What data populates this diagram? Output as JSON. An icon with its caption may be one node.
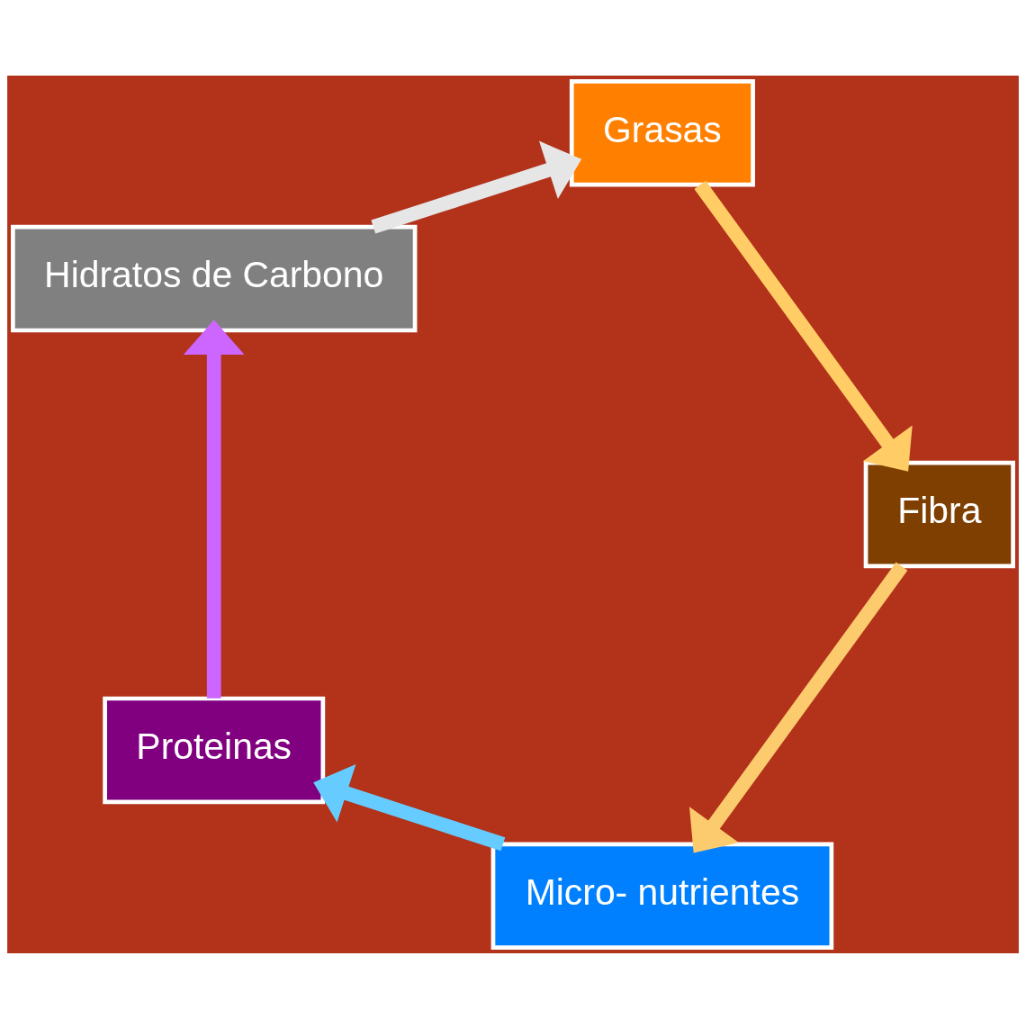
{
  "diagram": {
    "nodes": [
      {
        "text": [
          "Micro- nutrientes"
        ]
      },
      {
        "text": [
          "Proteinas"
        ]
      },
      {
        "text": [
          "Hidratos de Carbono"
        ]
      },
      {
        "text": [
          "Fibra"
        ]
      },
      {
        "text": [
          "Grasas"
        ]
      }
    ],
    "edges": [
      {
        "from": 0,
        "to": 1,
        "arrow": "to",
        "color": "#66ccff"
      },
      {
        "from": 1,
        "to": 2,
        "arrow": "to",
        "color": "#cc66ff"
      },
      {
        "from": 2,
        "to": 4,
        "arrow": "to",
        "color": "#e6e6e6"
      },
      {
        "from": 4,
        "to": 3,
        "arrow": "to",
        "color": "#ffcc66"
      },
      {
        "from": 3,
        "to": 0,
        "arrow": "to",
        "color": "#fccb6e"
      }
    ]
  }
}
